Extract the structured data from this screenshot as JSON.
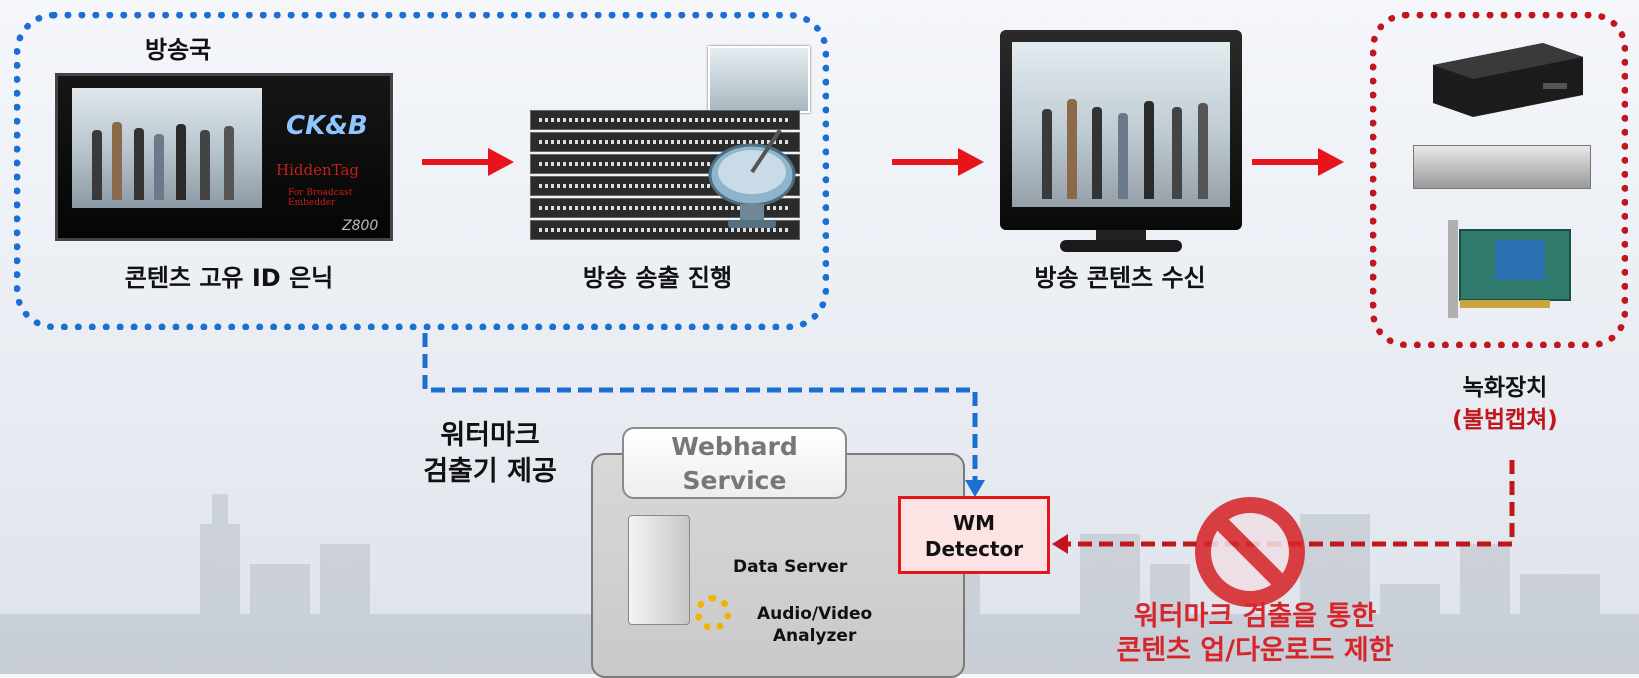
{
  "broadcaster_label": "방송국",
  "step1_label": "콘텐츠 고유 ID 은닉",
  "step2_label": "방송 송출 진행",
  "step3_label": "방송 콘텐츠 수신",
  "encoder": {
    "logo": "CK&B",
    "tag": "HiddenTag",
    "subtag": "For Broadcast Embedder",
    "model": "Z800"
  },
  "recorder_label": "녹화장치",
  "recorder_sub": "(불법캡쳐)",
  "detector_provide_line1": "워터마크",
  "detector_provide_line2": "검출기 제공",
  "webhard": {
    "title_line1": "Webhard",
    "title_line2": "Service",
    "data_server": "Data Server",
    "analyzer_line1": "Audio/Video",
    "analyzer_line2": "Analyzer"
  },
  "wm_detector_line1": "WM",
  "wm_detector_line2": "Detector",
  "restriction_line1": "워터마크 검출을 통한",
  "restriction_line2": "콘텐츠 업/다운로드 제한",
  "colors": {
    "broadcast_group": "#1a6fd1",
    "recorder_group": "#c0161c",
    "flow_arrow": "#e8141b",
    "restriction_text": "#d7262b"
  }
}
